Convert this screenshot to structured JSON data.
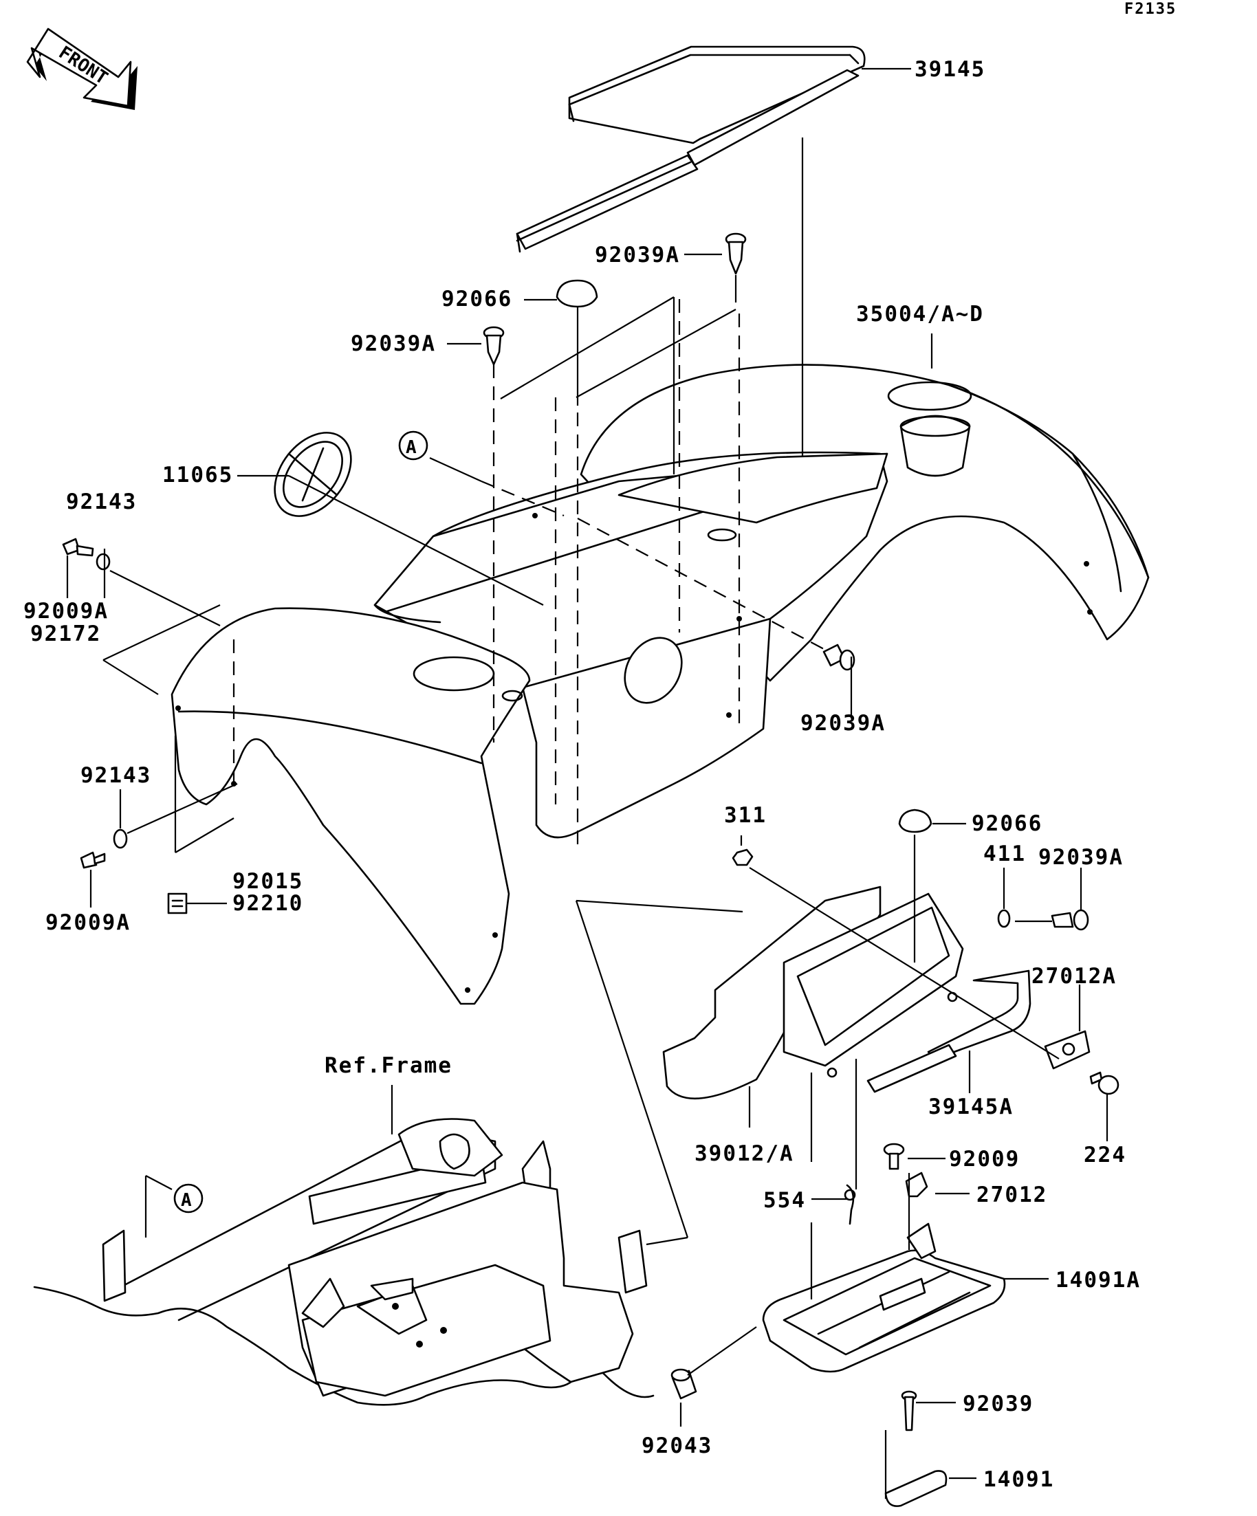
{
  "figure_code": "F2135",
  "front_label": "FRONT",
  "ref_label": "Ref.Frame",
  "callout_a": "A",
  "parts": {
    "p39145": "39145",
    "p92039A_top": "92039A",
    "p92066_top": "92066",
    "p92039A_left": "92039A",
    "p35004": "35004/A~D",
    "p11065": "11065",
    "p92143_top": "92143",
    "p92009A_top": "92009A",
    "p92172": "92172",
    "p92039A_right": "92039A",
    "p92143_mid": "92143",
    "p92009A_bot": "92009A",
    "p92015": "92015",
    "p92210": "92210",
    "p311": "311",
    "p92066_box": "92066",
    "p411": "411",
    "p92039A_box": "92039A",
    "p27012A": "27012A",
    "p39145A": "39145A",
    "p224": "224",
    "p39012": "39012/A",
    "p92009": "92009",
    "p554": "554",
    "p27012": "27012",
    "p14091A": "14091A",
    "p92039": "92039",
    "p92043": "92043",
    "p14091": "14091"
  }
}
